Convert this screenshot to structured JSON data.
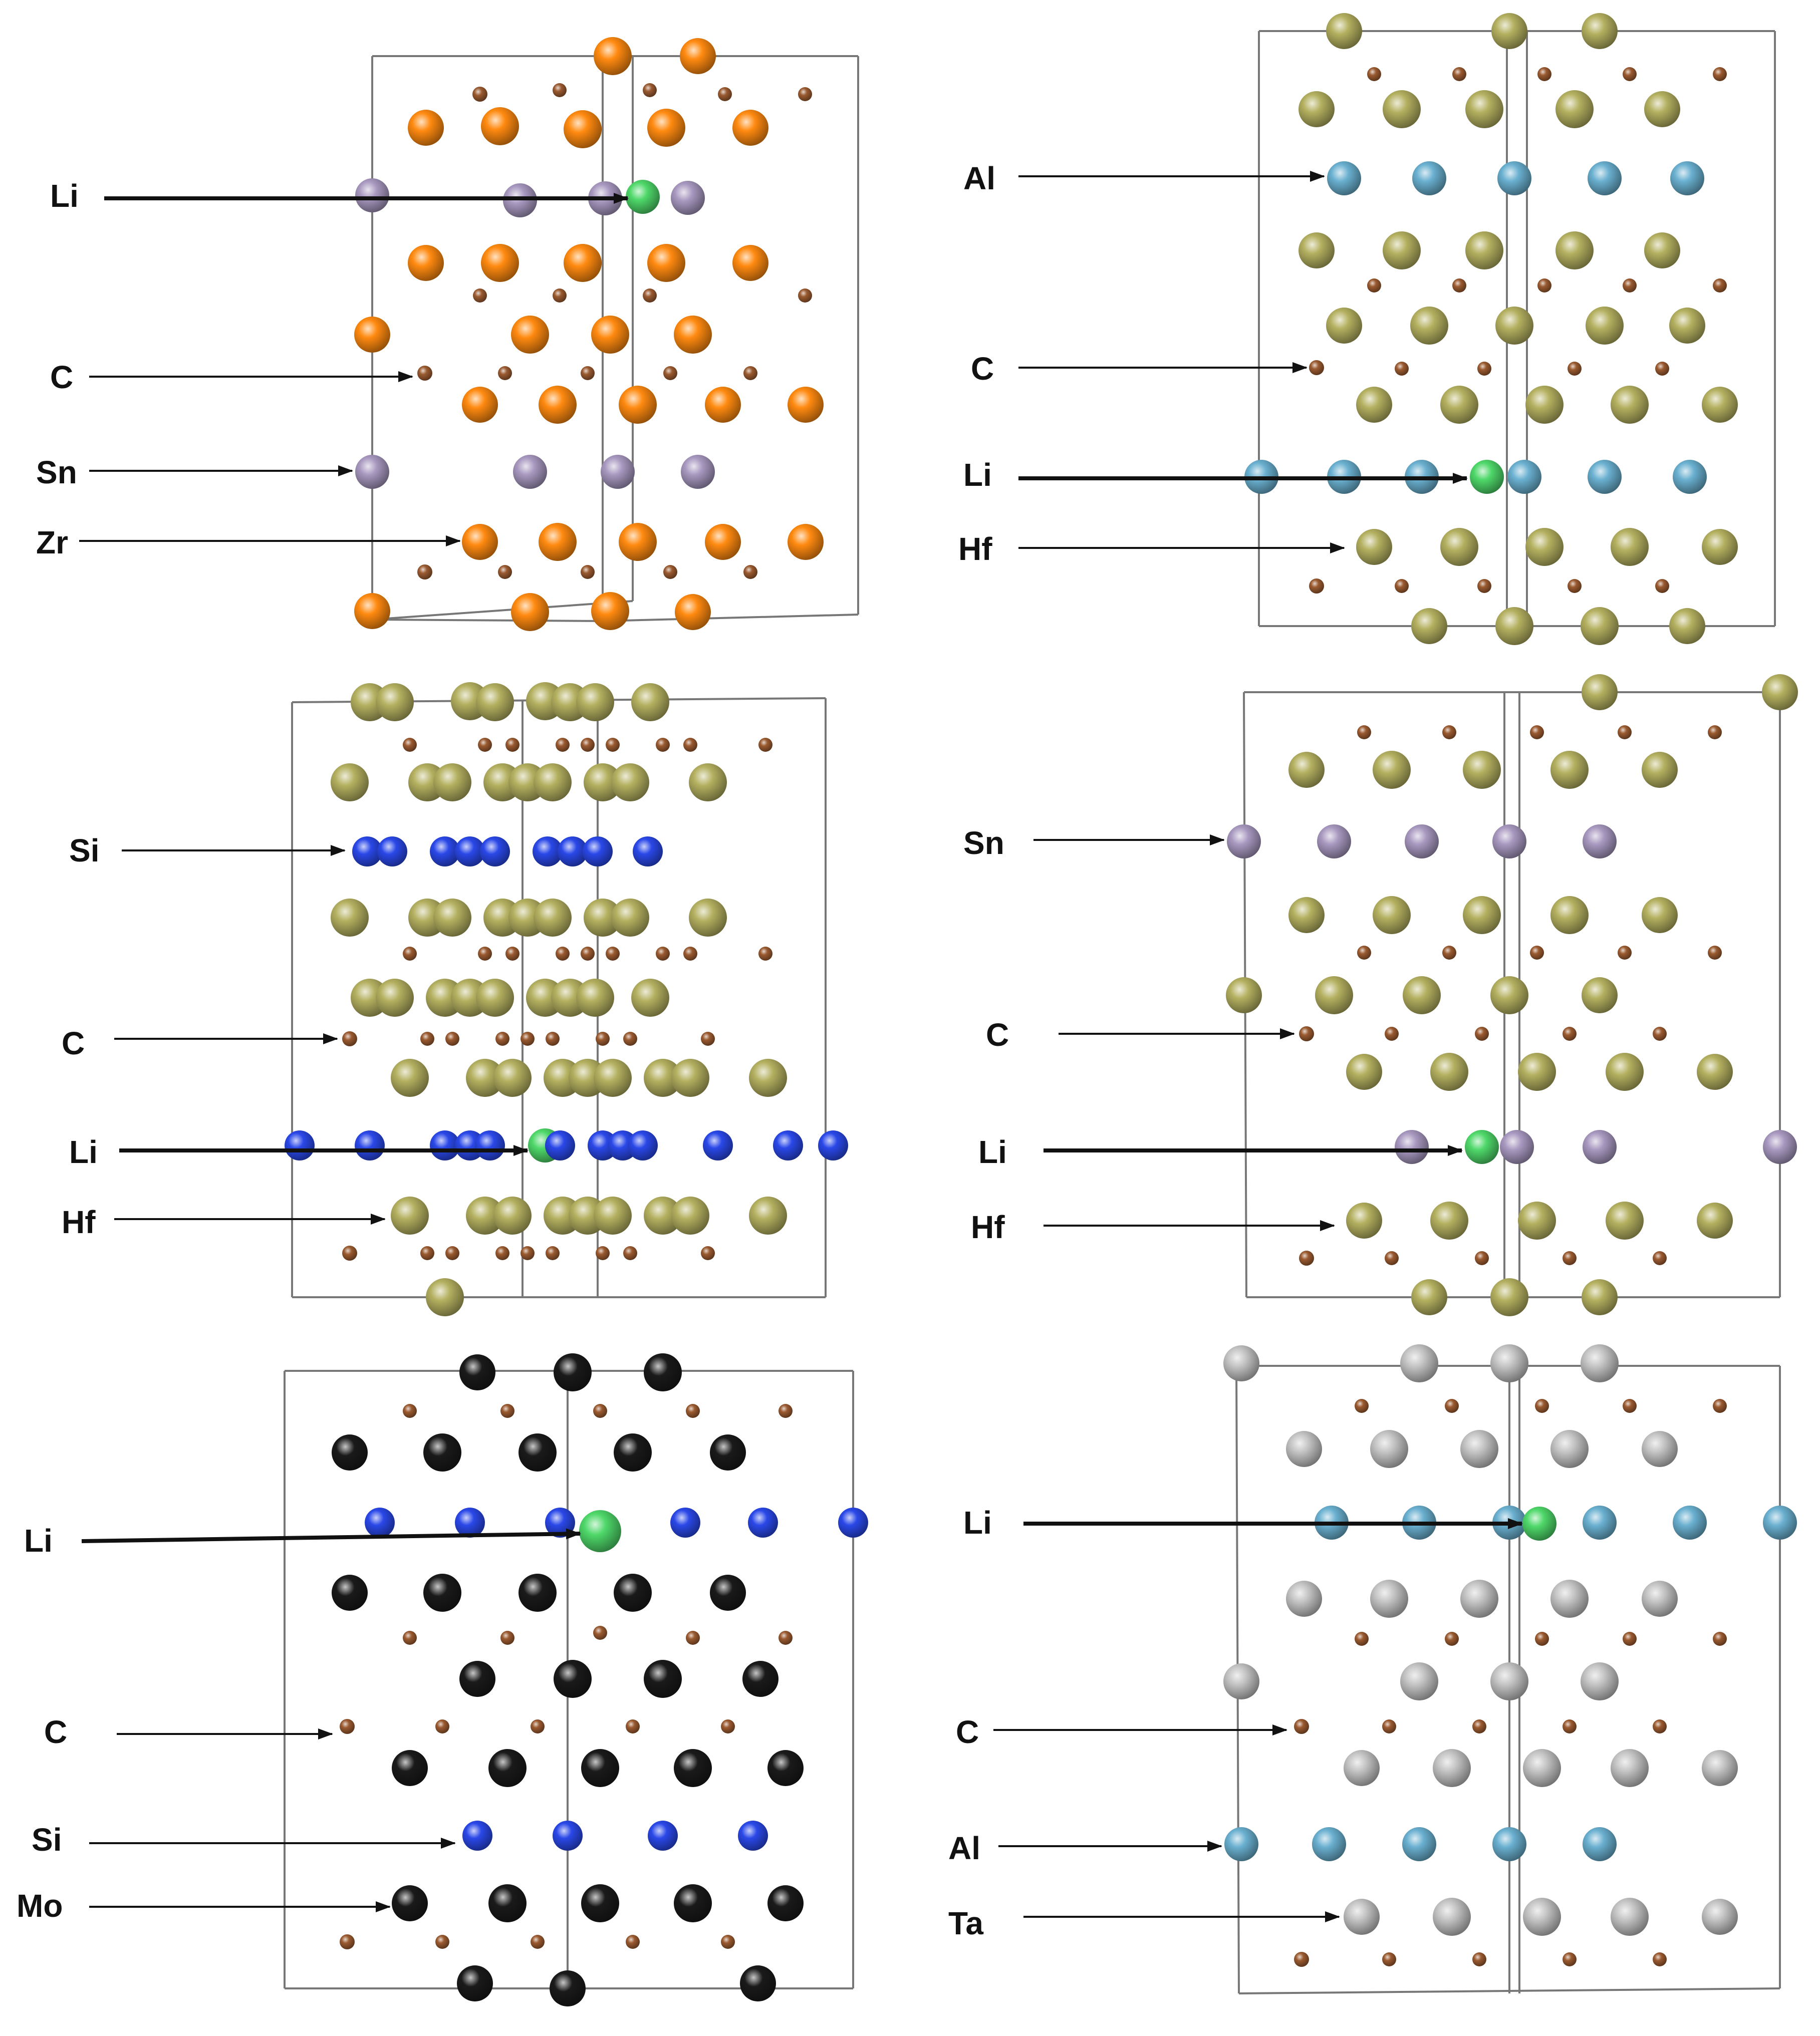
{
  "colors": {
    "Zr": "#ff8a10",
    "Sn": "#a898c0",
    "Li": "#4fd86a",
    "C": "#9a5a30",
    "Hf": "#b4b060",
    "Al": "#6ab0d0",
    "Si": "#2a48e8",
    "Mo": "#1a1a1a",
    "Ta": "#c4c4c4",
    "cell": "#777777",
    "arrow": "#111111"
  },
  "panels": [
    {
      "id": "zr-sn",
      "labels": [
        "Li",
        "C",
        "Sn",
        "Zr"
      ]
    },
    {
      "id": "hf-al",
      "labels": [
        "Al",
        "C",
        "Li",
        "Hf"
      ]
    },
    {
      "id": "hf-si",
      "labels": [
        "Si",
        "C",
        "Li",
        "Hf"
      ]
    },
    {
      "id": "hf-sn",
      "labels": [
        "Sn",
        "C",
        "Li",
        "Hf"
      ]
    },
    {
      "id": "mo-si",
      "labels": [
        "Li",
        "C",
        "Si",
        "Mo"
      ]
    },
    {
      "id": "ta-al",
      "labels": [
        "Li",
        "C",
        "Al",
        "Ta"
      ]
    }
  ]
}
